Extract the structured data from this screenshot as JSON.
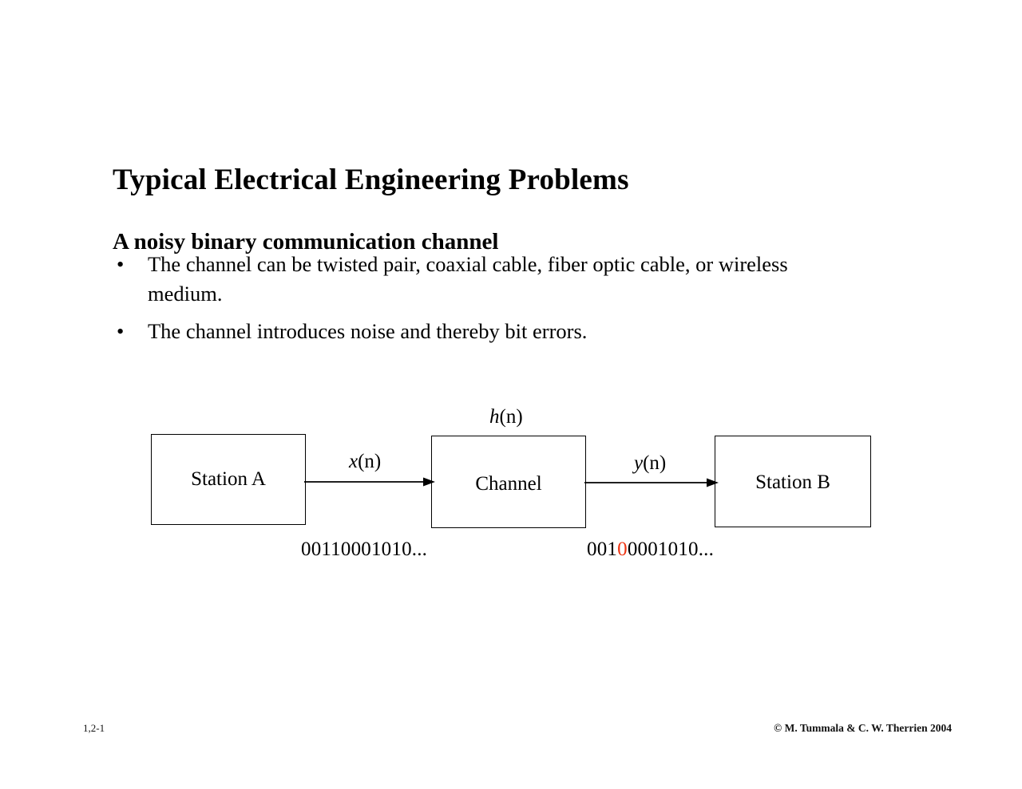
{
  "slide": {
    "title": "Typical Electrical Engineering Problems",
    "subtitle": "A noisy binary communication channel",
    "bullet_marker": "•",
    "bullets": [
      "The channel can be twisted pair, coaxial cable, fiber optic cable, or wireless medium.",
      "The channel introduces noise and thereby bit errors."
    ]
  },
  "diagram": {
    "boxes": [
      {
        "id": "station-a",
        "label": "Station A"
      },
      {
        "id": "channel",
        "label": "Channel"
      },
      {
        "id": "station-b",
        "label": "Station B"
      }
    ],
    "signals": [
      {
        "id": "h",
        "variable": "h",
        "argument": "(n)"
      },
      {
        "id": "x",
        "variable": "x",
        "argument": "(n)"
      },
      {
        "id": "y",
        "variable": "y",
        "argument": "(n)"
      }
    ],
    "bitstreams": {
      "transmitted": "00110001010...",
      "received_prefix": "001",
      "received_error_bit": "0",
      "received_suffix": "0001010..."
    },
    "error_color": "#ee3311"
  },
  "footer": {
    "page_marker": "1,2-1",
    "copyright": "© M. Tummala & C. W. Therrien 2004"
  }
}
